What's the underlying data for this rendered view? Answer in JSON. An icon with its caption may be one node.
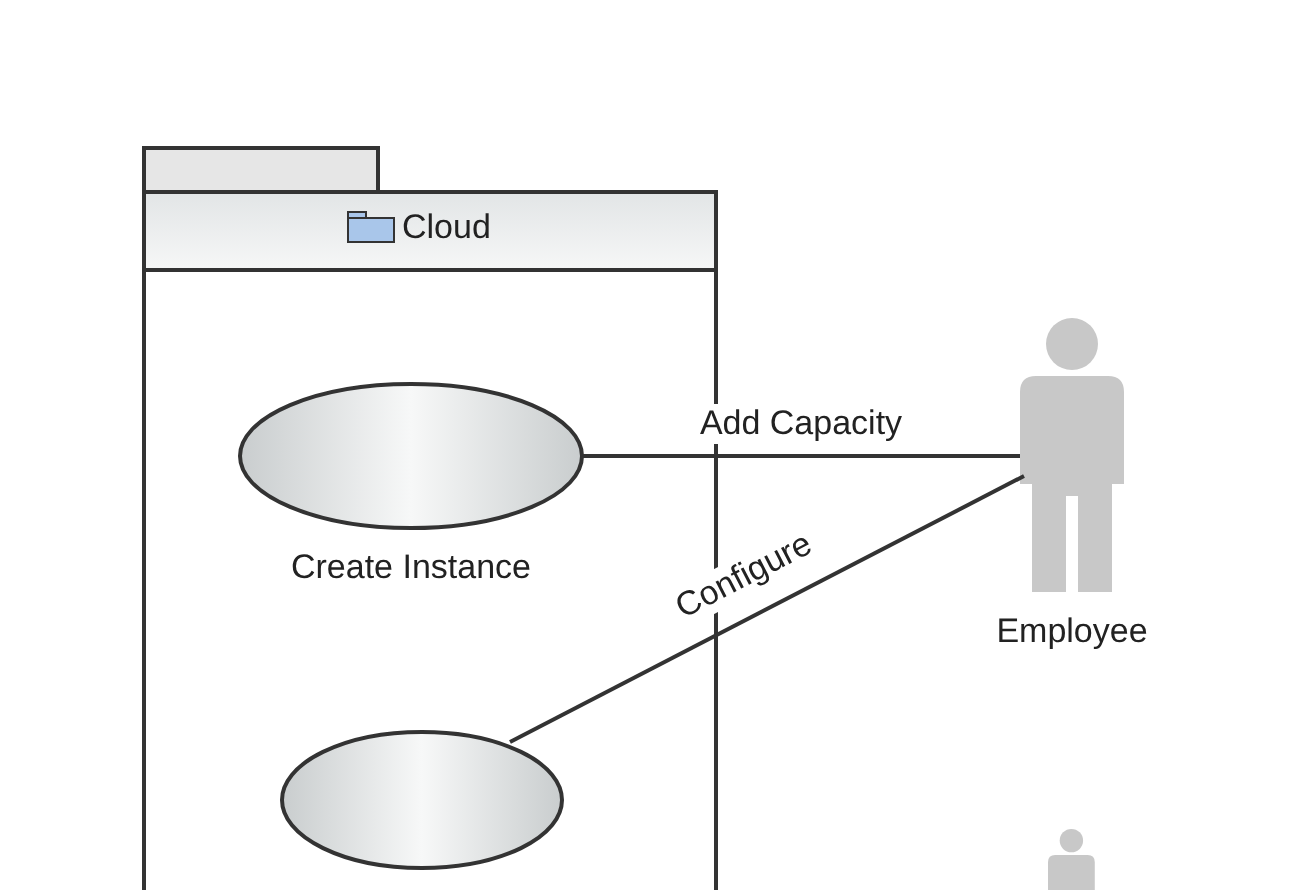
{
  "diagram": {
    "nodes": [
      {
        "text": [
          "Cloud"
        ]
      },
      {
        "text": [
          "Create Instance"
        ],
        "in": 0
      },
      {
        "text": [],
        "shape": "ellipse",
        "in": 0
      },
      {
        "text": [
          "Employee"
        ]
      },
      {
        "text": [],
        "shape": "person"
      }
    ],
    "edges": [
      {
        "from": 1,
        "to": 3,
        "arrow": "none",
        "label": "Add Capacity"
      },
      {
        "from": 2,
        "to": 3,
        "arrow": "none",
        "label": "Configure"
      }
    ]
  }
}
